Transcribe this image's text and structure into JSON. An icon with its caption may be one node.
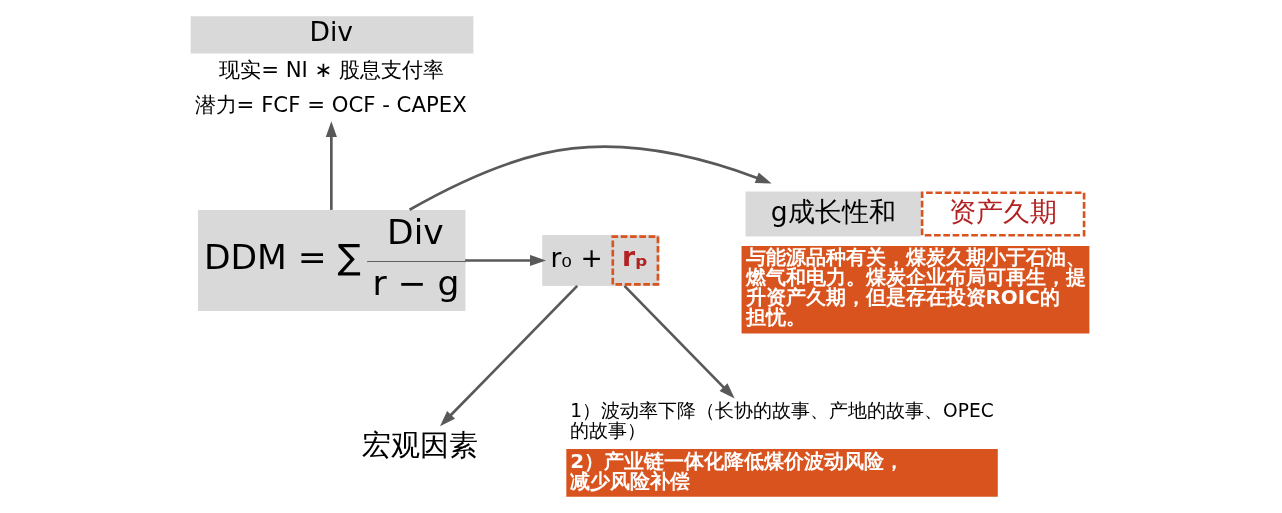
{
  "diagram": {
    "nodes": [
      {
        "text": [
          "Div",
          "现实= NI ∗ 股息支付率",
          "潜力= FCF = OCF - CAPEX"
        ]
      },
      {
        "text": [
          "DDM = ∑",
          "Div",
          "r − g"
        ]
      },
      {
        "text": [
          "r₀ +",
          "rₚ"
        ]
      },
      {
        "text": [
          "g成长性和",
          "资产久期",
          "与能源品种有关，煤炭久期小于石油、燃气和电力。煤炭企业布局可再生，提升资产久期，但是存在投资ROIC的担忧。"
        ]
      },
      {
        "text": [
          "宏观因素"
        ]
      },
      {
        "text": [
          "1）波动率下降（长协的故事、产地的故事、OPEC的故事）",
          "2）产业链一体化降低煤价波动风险，减少风险补偿"
        ]
      }
    ],
    "edges": [
      {
        "from": 1,
        "to": 0,
        "arrow": "to"
      },
      {
        "from": 1,
        "to": 2,
        "arrow": "to"
      },
      {
        "from": 1,
        "to": 3,
        "arrow": "to"
      },
      {
        "from": 2,
        "to": 4,
        "arrow": "to"
      },
      {
        "from": 2,
        "to": 5,
        "arrow": "to"
      }
    ]
  }
}
